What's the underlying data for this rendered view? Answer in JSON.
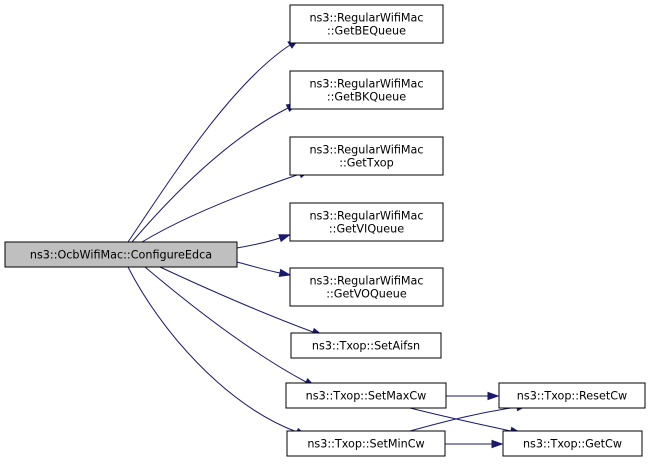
{
  "diagram": {
    "type": "call-graph",
    "edge_color": "#191970",
    "root_fill": "#bfbfbf",
    "node_fill": "#ffffff",
    "nodes": {
      "configure_edca": {
        "lines": [
          "ns3::OcbWifiMac::ConfigureEdca"
        ],
        "root": true
      },
      "get_be_queue": {
        "lines": [
          "ns3::RegularWifiMac",
          "::GetBEQueue"
        ]
      },
      "get_bk_queue": {
        "lines": [
          "ns3::RegularWifiMac",
          "::GetBKQueue"
        ]
      },
      "get_txop": {
        "lines": [
          "ns3::RegularWifiMac",
          "::GetTxop"
        ]
      },
      "get_vi_queue": {
        "lines": [
          "ns3::RegularWifiMac",
          "::GetVIQueue"
        ]
      },
      "get_vo_queue": {
        "lines": [
          "ns3::RegularWifiMac",
          "::GetVOQueue"
        ]
      },
      "set_aifsn": {
        "lines": [
          "ns3::Txop::SetAifsn"
        ]
      },
      "set_max_cw": {
        "lines": [
          "ns3::Txop::SetMaxCw"
        ]
      },
      "set_min_cw": {
        "lines": [
          "ns3::Txop::SetMinCw"
        ]
      },
      "reset_cw": {
        "lines": [
          "ns3::Txop::ResetCw"
        ]
      },
      "get_cw": {
        "lines": [
          "ns3::Txop::GetCw"
        ]
      }
    },
    "edges": [
      [
        "configure_edca",
        "get_be_queue"
      ],
      [
        "configure_edca",
        "get_bk_queue"
      ],
      [
        "configure_edca",
        "get_txop"
      ],
      [
        "configure_edca",
        "get_vi_queue"
      ],
      [
        "configure_edca",
        "get_vo_queue"
      ],
      [
        "configure_edca",
        "set_aifsn"
      ],
      [
        "configure_edca",
        "set_max_cw"
      ],
      [
        "configure_edca",
        "set_min_cw"
      ],
      [
        "set_max_cw",
        "reset_cw"
      ],
      [
        "set_max_cw",
        "get_cw"
      ],
      [
        "set_min_cw",
        "reset_cw"
      ],
      [
        "set_min_cw",
        "get_cw"
      ]
    ]
  }
}
